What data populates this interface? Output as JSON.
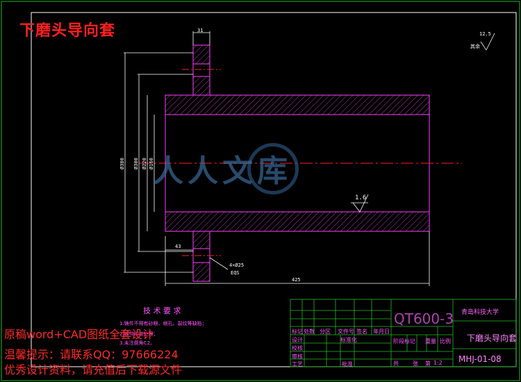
{
  "title": "下磨头导向套",
  "roughness": {
    "top_right_value": "12.5",
    "top_right_label": "其余",
    "center_value": "1.6"
  },
  "dimensions": {
    "flange_width": "31",
    "d380": "Ø380",
    "d300": "Ø300",
    "d220": "Ø220",
    "d160": "Ø160",
    "step_43": "43",
    "length_425": "425",
    "holes": "4×Ø25",
    "holes_depth": "EQS"
  },
  "tech_notes": {
    "title": "技 术 要 求",
    "line1": "1.铸件不得有砂眼、缩孔、裂纹等缺陷；",
    "line2": "2.铸件时效处理；",
    "line3": "3.未注倒角C2。"
  },
  "promo": {
    "line1": "原稿word+CAD图纸全套设计",
    "line2": "温馨提示：请联系QQ：97666224",
    "line3": "优秀设计资料，请充值后下载源文件"
  },
  "title_block": {
    "material": "QT600-3",
    "school": "青岛科技大学",
    "part_name": "下磨头导向套",
    "drawing_no": "MHJ-01-08",
    "scale_label": "比例",
    "scale": "1:2",
    "weight_label": "重量",
    "stage_label": "阶段标记",
    "sheets_total": "共",
    "sheet_label": "张",
    "sheet_no": "第",
    "design": "设计",
    "check": "校核",
    "review": "审核",
    "process": "工艺",
    "approve": "批准",
    "standard": "标准化",
    "mark": "标记",
    "count": "处数",
    "zone": "分区",
    "file_no": "文件号",
    "signature": "签名",
    "date": "年月日"
  },
  "watermark": {
    "text": "人人文库"
  },
  "colors": {
    "frame": "#ffffff",
    "hatch": "#b040b0",
    "outline": "#ff40ff",
    "centerline": "#ff2020",
    "dimension": "#ffffff",
    "title_block_grid": "#20c020",
    "promo": "#ff2a2a"
  }
}
